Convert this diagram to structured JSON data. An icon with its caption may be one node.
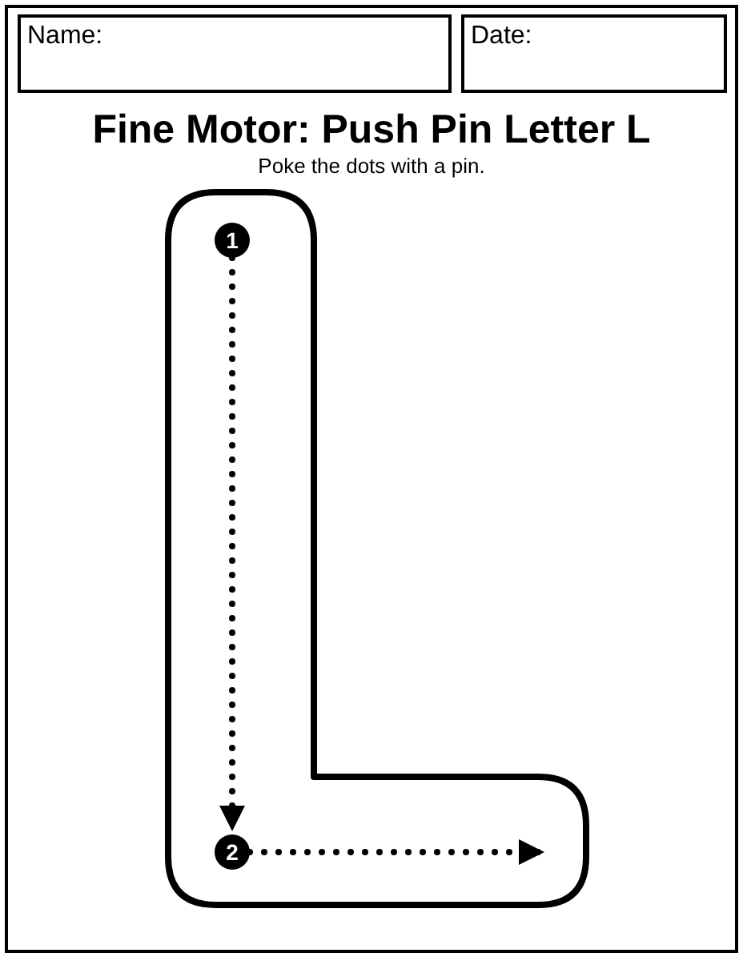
{
  "diagram": {
    "title": "Fine Motor: Push Pin Letter L",
    "nodes": [
      {
        "text": [
          "Name:"
        ]
      },
      {
        "text": [
          "Date:"
        ]
      },
      {
        "text": [],
        "shape": "letter"
      },
      {
        "text": [
          "1"
        ],
        "in": 2
      },
      {
        "text": [
          "2"
        ],
        "in": 2
      }
    ],
    "edges": [
      {
        "from": 3,
        "to": 4,
        "arrow": "to",
        "style": "dashed"
      },
      {
        "from": 4,
        "to": null,
        "arrow": "to",
        "style": "dashed"
      }
    ],
    "labels": [
      "Poke the dots with a pin."
    ]
  }
}
